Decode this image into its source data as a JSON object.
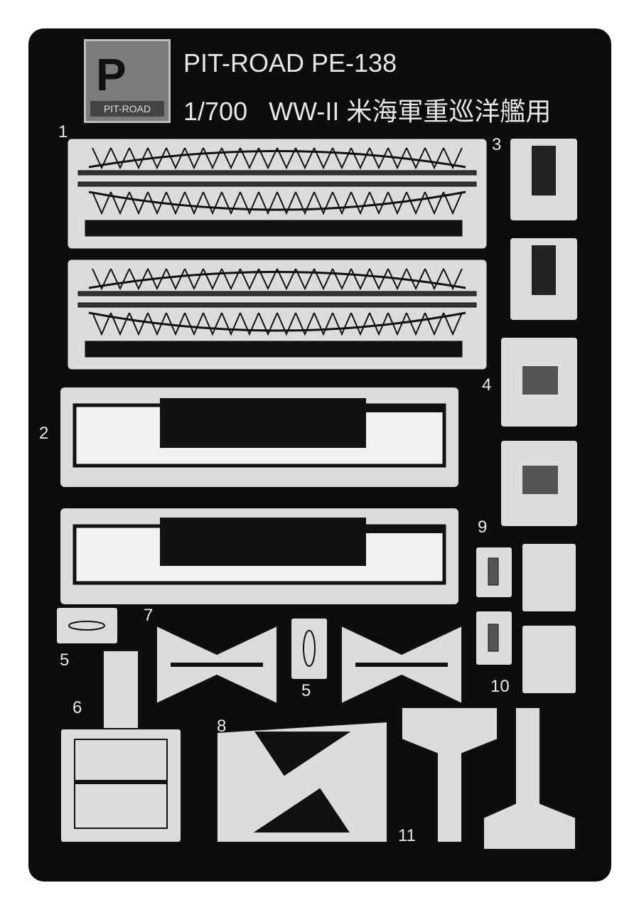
{
  "header": {
    "brand_line": "PIT-ROAD PE-138",
    "subtitle_line": "1/700   WW-II 米海軍重巡洋艦用",
    "logo_letters": "P",
    "logo_text": "PIT-ROAD"
  },
  "part_labels": [
    "1",
    "2",
    "3",
    "4",
    "5",
    "5",
    "6",
    "7",
    "8",
    "9",
    "10",
    "11"
  ],
  "colors": {
    "sheet": "#0c0c0c",
    "metal": "#dcdcdc",
    "background": "#ffffff"
  }
}
